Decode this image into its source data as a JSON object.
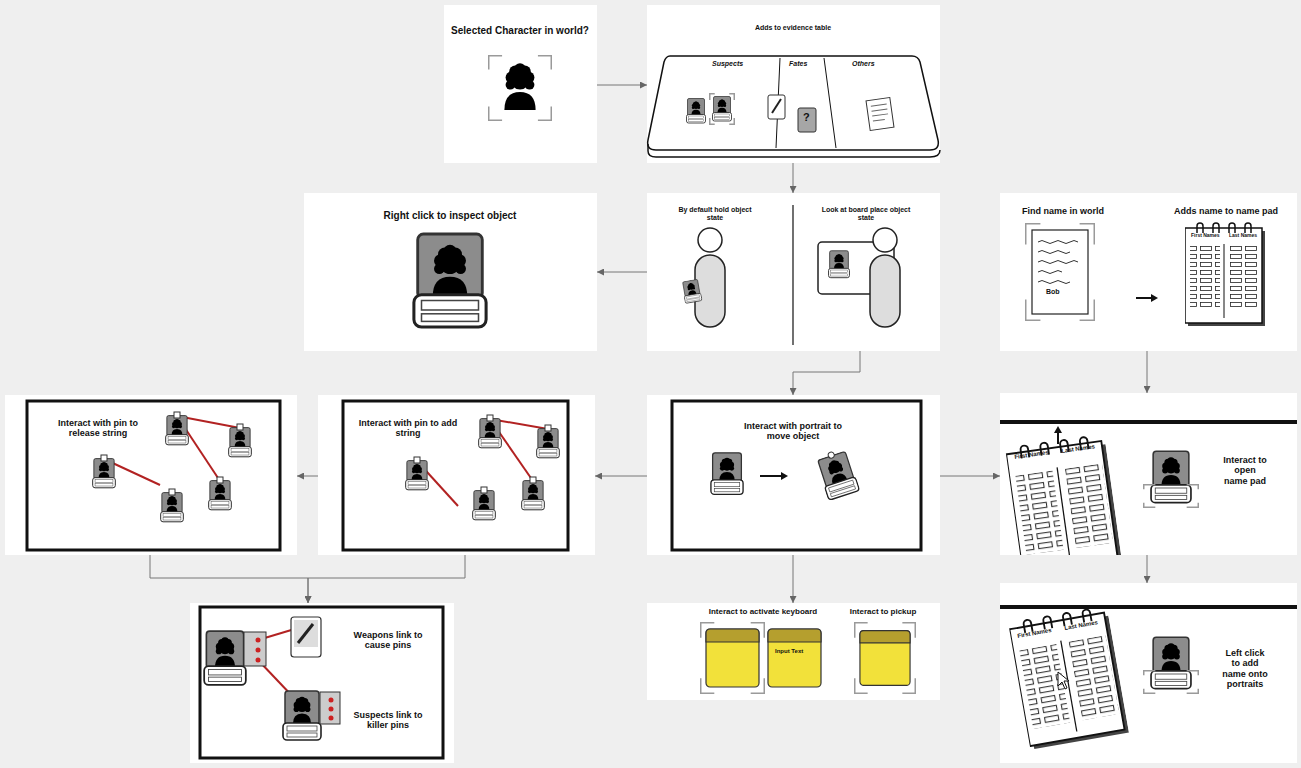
{
  "diagram": {
    "nodes": [
      {
        "text": [
          "Selected Character in world?"
        ]
      },
      {
        "text": [
          "Adds to evidence table"
        ]
      },
      {
        "text": [
          "Right click to inspect object"
        ]
      },
      {
        "text": [
          "By default hold object state",
          "Look at board place object state"
        ]
      },
      {
        "text": [
          "Find name in world",
          "Adds name to name pad"
        ]
      },
      {
        "text": [
          "Interact with pin to release string"
        ]
      },
      {
        "text": [
          "Interact with pin to add string"
        ]
      },
      {
        "text": [
          "Interact with portrait to move object"
        ]
      },
      {
        "text": [
          "Interact to open name pad"
        ]
      },
      {
        "text": [
          "Weapons link to cause pins",
          "Suspects link to killer pins"
        ]
      },
      {
        "text": [
          "Interact to activate keyboard",
          "Interact to pickup"
        ]
      },
      {
        "text": [
          "Left click to add name onto portraits"
        ]
      }
    ],
    "edges": [
      {
        "from": 0,
        "to": 1,
        "arrow": "to"
      },
      {
        "from": 1,
        "to": 3,
        "arrow": "to"
      },
      {
        "from": 3,
        "to": 2,
        "arrow": "to"
      },
      {
        "from": 3,
        "to": 7,
        "arrow": "to"
      },
      {
        "from": 4,
        "to": 8,
        "arrow": "to"
      },
      {
        "from": 7,
        "to": 6,
        "arrow": "to"
      },
      {
        "from": 6,
        "to": 5,
        "arrow": "to"
      },
      {
        "from": 7,
        "to": 8,
        "arrow": "to"
      },
      {
        "from": 7,
        "to": 10,
        "arrow": "to"
      },
      {
        "from": 8,
        "to": 11,
        "arrow": "to"
      },
      {
        "from": 5,
        "to": 9,
        "arrow": "to"
      },
      {
        "from": 6,
        "to": 9,
        "arrow": "to"
      }
    ],
    "labels": [
      "Suspects",
      "Fates",
      "Others",
      "?",
      "Bob",
      "First Names",
      "Last Names",
      "First Names",
      "Last Names",
      "Input Text",
      "First Names",
      "Last Names"
    ]
  }
}
